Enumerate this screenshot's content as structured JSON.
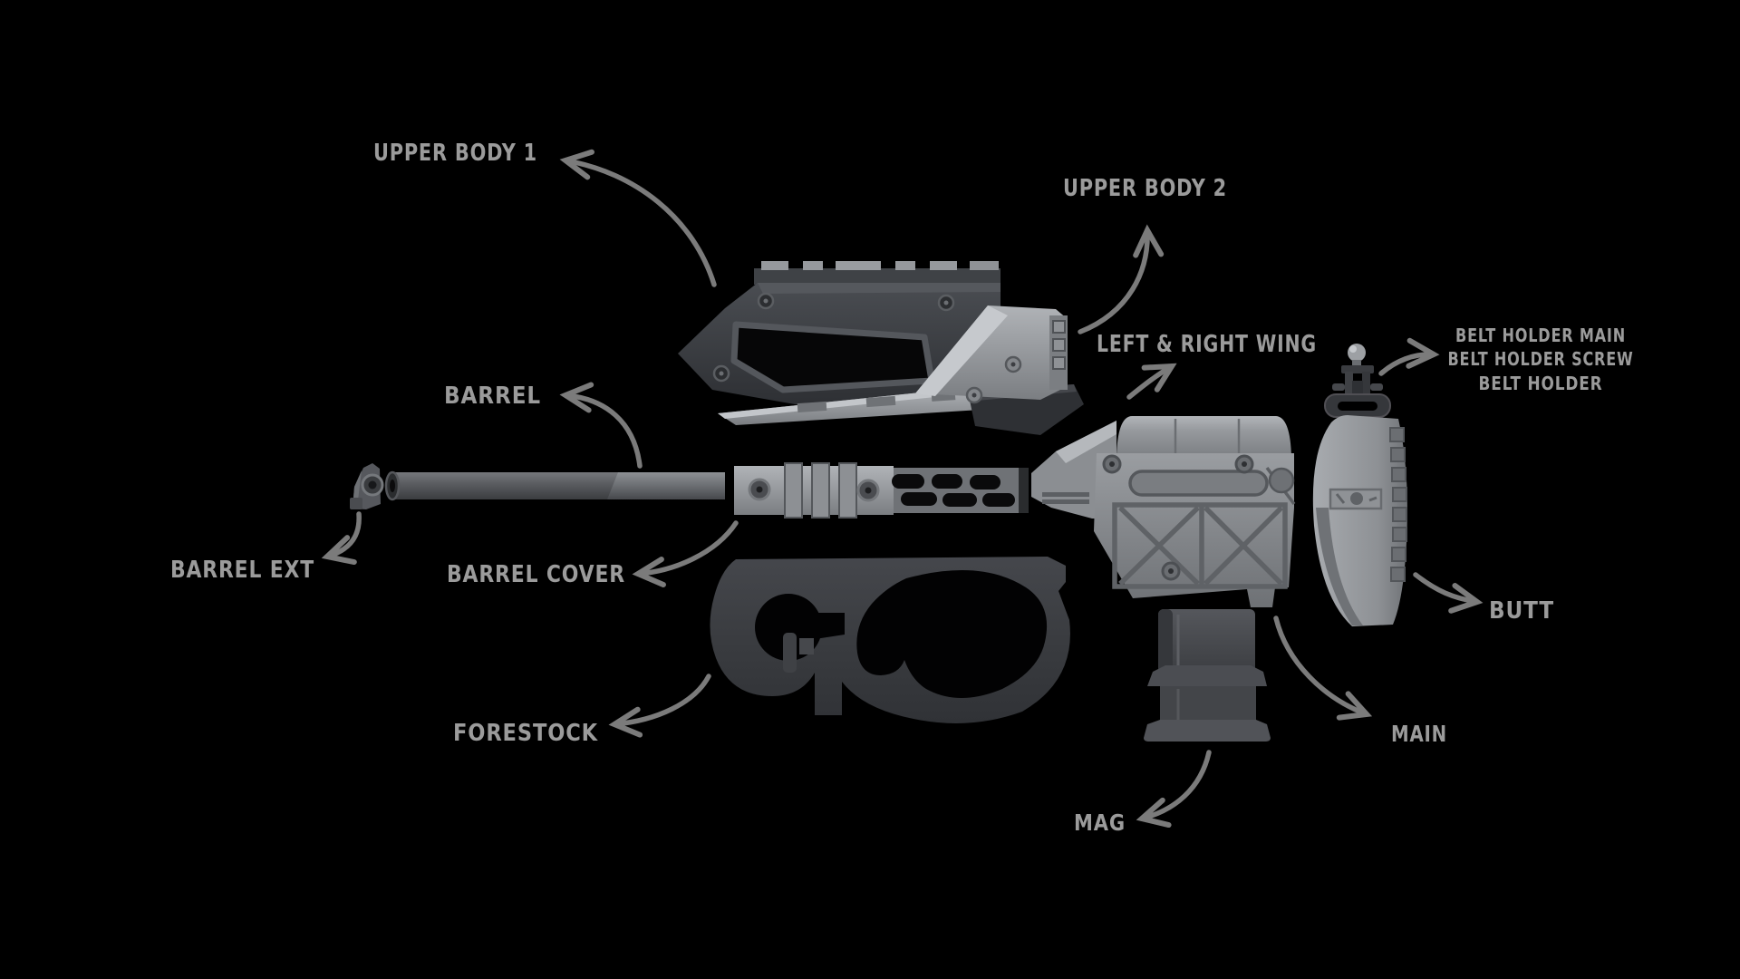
{
  "scene": {
    "description": "Exploded view diagram of a P90-style bullpup rifle 3D model with annotated part labels and hand-drawn arrows",
    "background": "#000000"
  },
  "colors": {
    "background": "#000000",
    "label": "#9b9b9b",
    "arrow": "#8d8d8d",
    "dark_part": "#3a3c40",
    "light_part": "#9a9da1"
  },
  "diagram": {
    "labels": [
      {
        "id": "upper-body-1",
        "text": "UPPER BODY 1"
      },
      {
        "id": "upper-body-2",
        "text": "UPPER BODY 2"
      },
      {
        "id": "left-right-wing",
        "text": "LEFT & RIGHT WING"
      },
      {
        "id": "belt-holder-main",
        "text": "BELT HOLDER MAIN"
      },
      {
        "id": "belt-holder-screw",
        "text": "BELT HOLDER SCREW"
      },
      {
        "id": "belt-holder",
        "text": "BELT HOLDER"
      },
      {
        "id": "barrel",
        "text": "BARREL"
      },
      {
        "id": "barrel-ext",
        "text": "BARREL EXT"
      },
      {
        "id": "barrel-cover",
        "text": "BARREL COVER"
      },
      {
        "id": "forestock",
        "text": "FORESTOCK"
      },
      {
        "id": "mag",
        "text": "MAG"
      },
      {
        "id": "main",
        "text": "MAIN"
      },
      {
        "id": "butt",
        "text": "BUTT"
      }
    ]
  }
}
